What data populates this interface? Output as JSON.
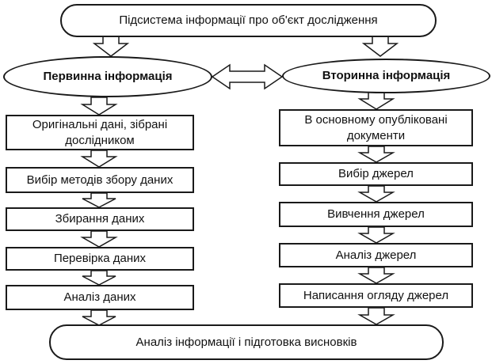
{
  "top_box": "Підсистема інформації про об'єкт дослідження",
  "primary": {
    "title": "Первинна інформація",
    "steps": [
      "Оригінальні дані, зібрані дослідником",
      "Вибір методів збору даних",
      "Збирання даних",
      "Перевірка даних",
      "Аналіз даних"
    ]
  },
  "secondary": {
    "title": "Вторинна інформація",
    "steps": [
      "В основному опубліковані документи",
      "Вибір джерел",
      "Вивчення джерел",
      "Аналіз джерел",
      "Написання огляду джерел"
    ]
  },
  "bottom_box": "Аналіз інформації і підготовка висновків"
}
